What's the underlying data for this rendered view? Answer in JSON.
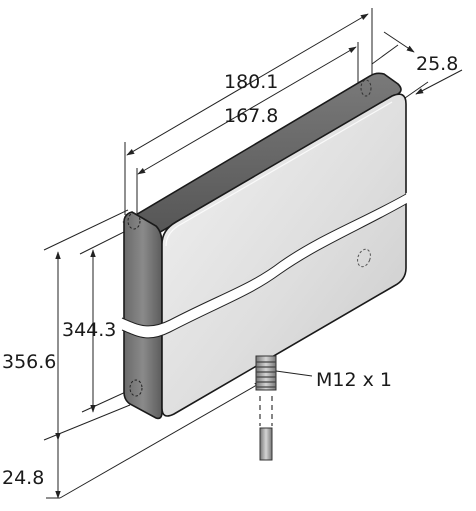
{
  "dimensions": {
    "total_width": "180.1",
    "inner_width": "167.8",
    "depth": "25.8",
    "inner_height": "344.3",
    "total_height": "356.6",
    "bottom_offset": "24.8"
  },
  "connector": {
    "label": "M12 x 1"
  }
}
